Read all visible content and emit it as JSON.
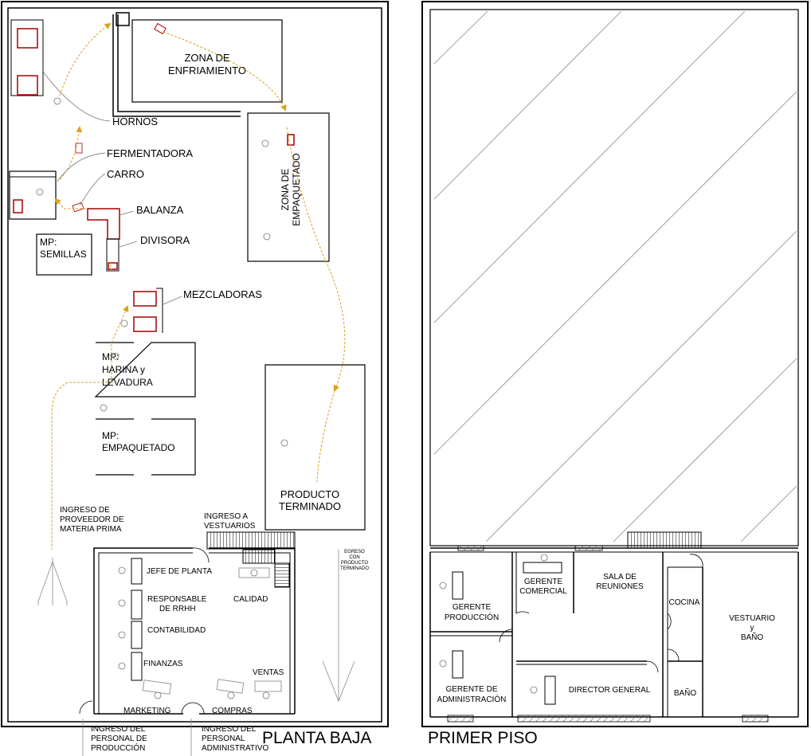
{
  "titles": {
    "ground_floor": "PLANTA BAJA",
    "first_floor": "PRIMER PISO"
  },
  "ground_floor": {
    "zona_enfriamiento": [
      "ZONA DE",
      "ENFRIAMIENTO"
    ],
    "hornos": "HORNOS",
    "fermentadora": "FERMENTADORA",
    "carro": "CARRO",
    "balanza": "BALANZA",
    "divisora": "DIVISORA",
    "zona_empaquetado": [
      "ZONA DE",
      "EMPAQUETADO"
    ],
    "mp_semillas": [
      "MP:",
      "SEMILLAS"
    ],
    "mezcladoras": "MEZCLADORAS",
    "mp_harina": [
      "MP:",
      "HARINA y",
      "LEVADURA"
    ],
    "mp_empaquetado": [
      "MP:",
      "EMPAQUETADO"
    ],
    "producto_terminado": [
      "PRODUCTO",
      "TERMINADO"
    ],
    "ingreso_proveedor": [
      "INGRESO DE",
      "PROVEEDOR DE",
      "MATERIA PRIMA"
    ],
    "ingreso_vestuarios": [
      "INGRESO A",
      "VESTUARIOS"
    ],
    "egreso_producto": [
      "EGRESO",
      "CON",
      "PRODUCTO",
      "TERMINADO"
    ],
    "jefe_planta": "JEFE DE PLANTA",
    "responsable_rrhh": [
      "RESPONSABLE",
      "DE RRHH"
    ],
    "contabilidad": "CONTABILIDAD",
    "finanzas": "FINANZAS",
    "calidad": "CALIDAD",
    "ventas": "VENTAS",
    "marketing": "MARKETING",
    "compras": "COMPRAS",
    "ingreso_produccion": [
      "INGRESO DEL",
      "PERSONAL DE",
      "PRODUCCIÓN"
    ],
    "ingreso_administrativo": [
      "INGRESO DEL",
      "PERSONAL",
      "ADMINISTRATIVO"
    ]
  },
  "first_floor": {
    "gerente_produccion": [
      "GERENTE",
      "PRODUCCIÓN"
    ],
    "gerente_comercial": [
      "GERENTE",
      "COMERCIAL"
    ],
    "sala_reuniones": [
      "SALA DE",
      "REUNIONES"
    ],
    "cocina": "COCINA",
    "vestuario": [
      "VESTUARIO",
      "y",
      "BAÑO"
    ],
    "gerente_administracion": [
      "GERENTE DE",
      "ADMINISTRACIÓN"
    ],
    "director_general": "DIRECTOR GENERAL",
    "bano": "BAÑO"
  },
  "colors": {
    "wall": "#000000",
    "equipment": "#a50000",
    "flow": "#d9a21b",
    "leader": "#777777",
    "furniture": "#999999"
  }
}
